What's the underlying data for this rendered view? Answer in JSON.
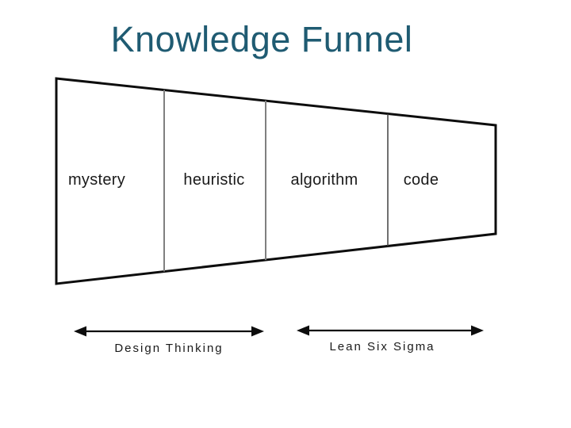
{
  "slide": {
    "title": "Knowledge Funnel"
  },
  "funnel": {
    "stages": [
      {
        "label": "mystery"
      },
      {
        "label": "heuristic"
      },
      {
        "label": "algorithm"
      },
      {
        "label": "code"
      }
    ]
  },
  "annotations": [
    {
      "label": "Design Thinking"
    },
    {
      "label": "Lean Six Sigma"
    }
  ],
  "colors": {
    "title_text": "#1F5B72",
    "body_text": "#1A1A1A",
    "funnel_outline": "#0D0D0D",
    "stage_divider": "#808080",
    "stage_divider_dark": "#404040",
    "arrow": "#0D0D0D",
    "background": "#FFFFFF"
  }
}
